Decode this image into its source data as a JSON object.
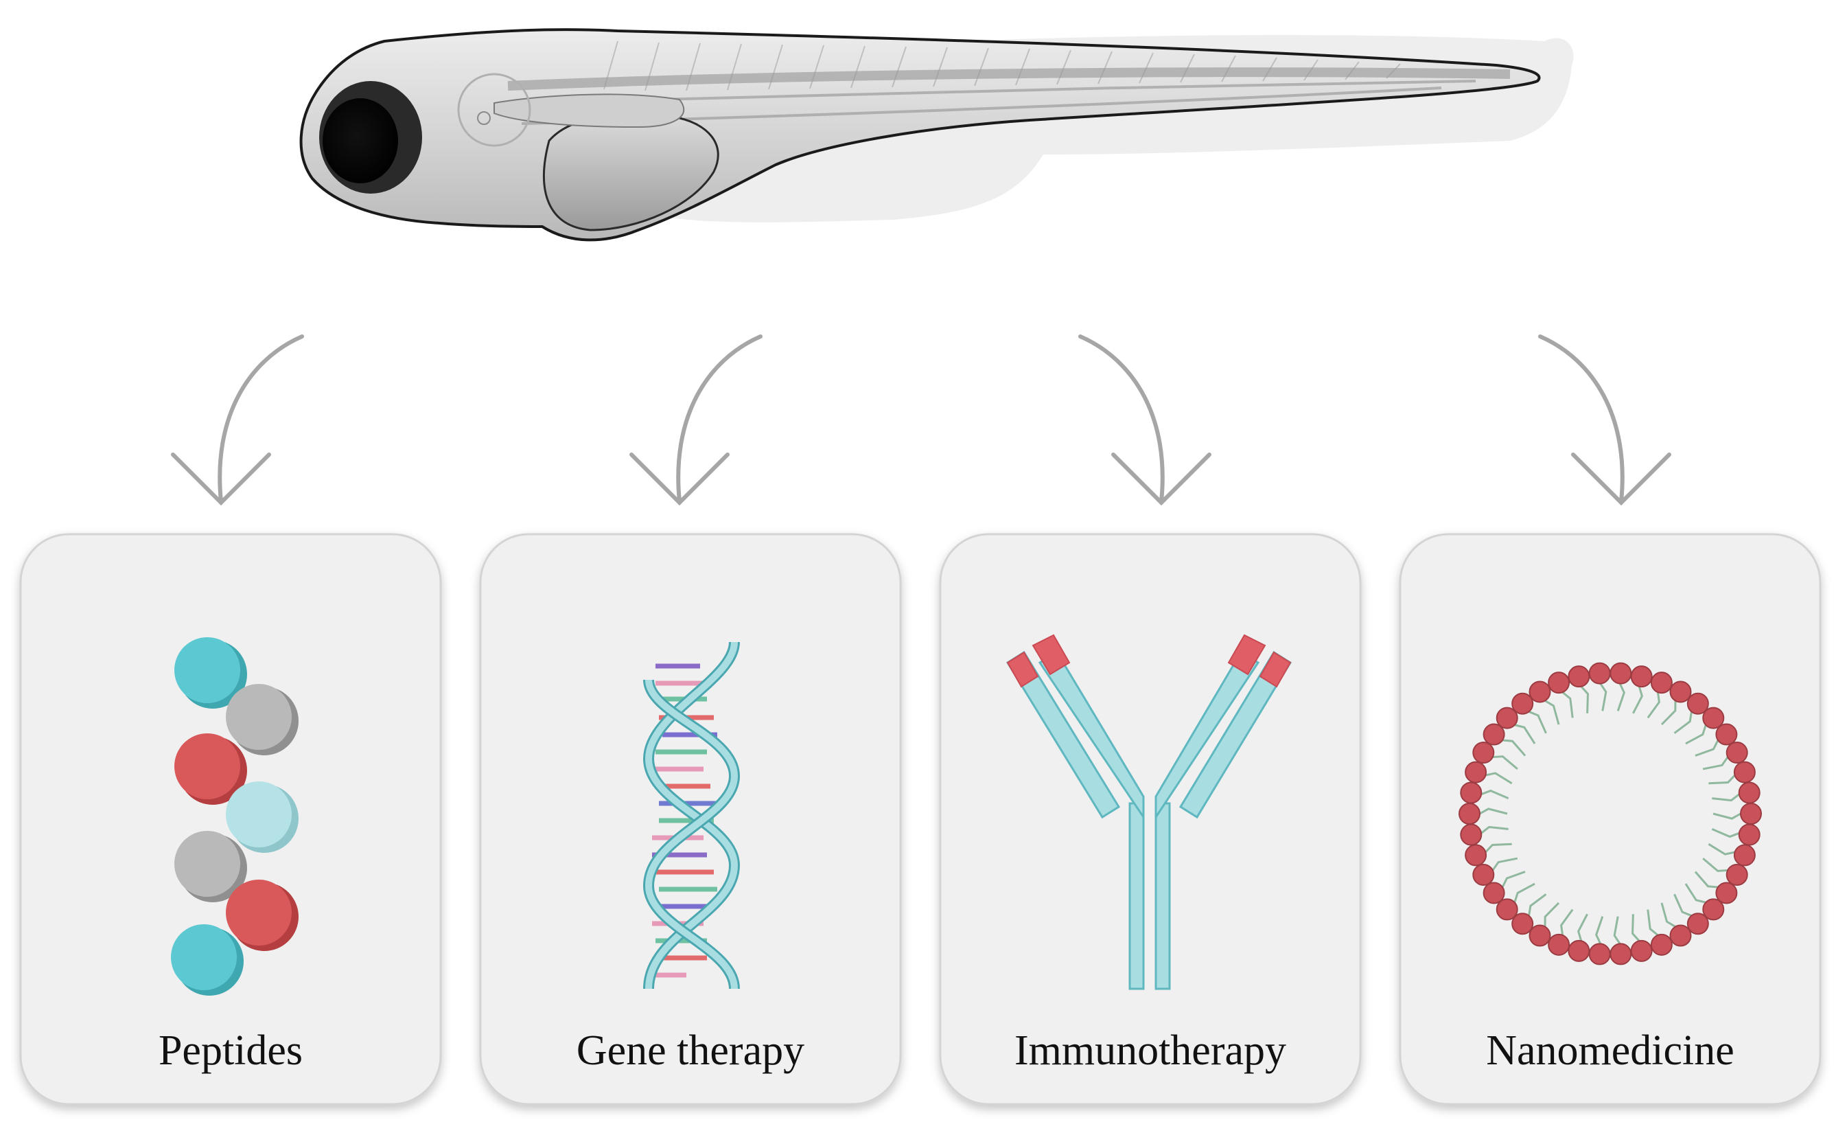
{
  "diagram": {
    "source_organism_icon": "zebrafish-larva-icon",
    "arrow_color": "#a6a6a6",
    "card_fill": "#f0f0f0",
    "card_border": "#d4d4d4",
    "categories": [
      {
        "label": "Peptides",
        "icon": "peptide-beads-icon"
      },
      {
        "label": "Gene therapy",
        "icon": "dna-helix-icon"
      },
      {
        "label": "Immunotherapy",
        "icon": "antibody-icon"
      },
      {
        "label": "Nanomedicine",
        "icon": "liposome-icon"
      }
    ]
  },
  "colors": {
    "teal": "#5cc8d2",
    "light_teal": "#b4e2e6",
    "red": "#d9585a",
    "gray": "#b9b9b9",
    "antibody_body": "#a8dde2",
    "lipid_head": "#c9525a",
    "lipid_tail": "#8fb89e"
  }
}
